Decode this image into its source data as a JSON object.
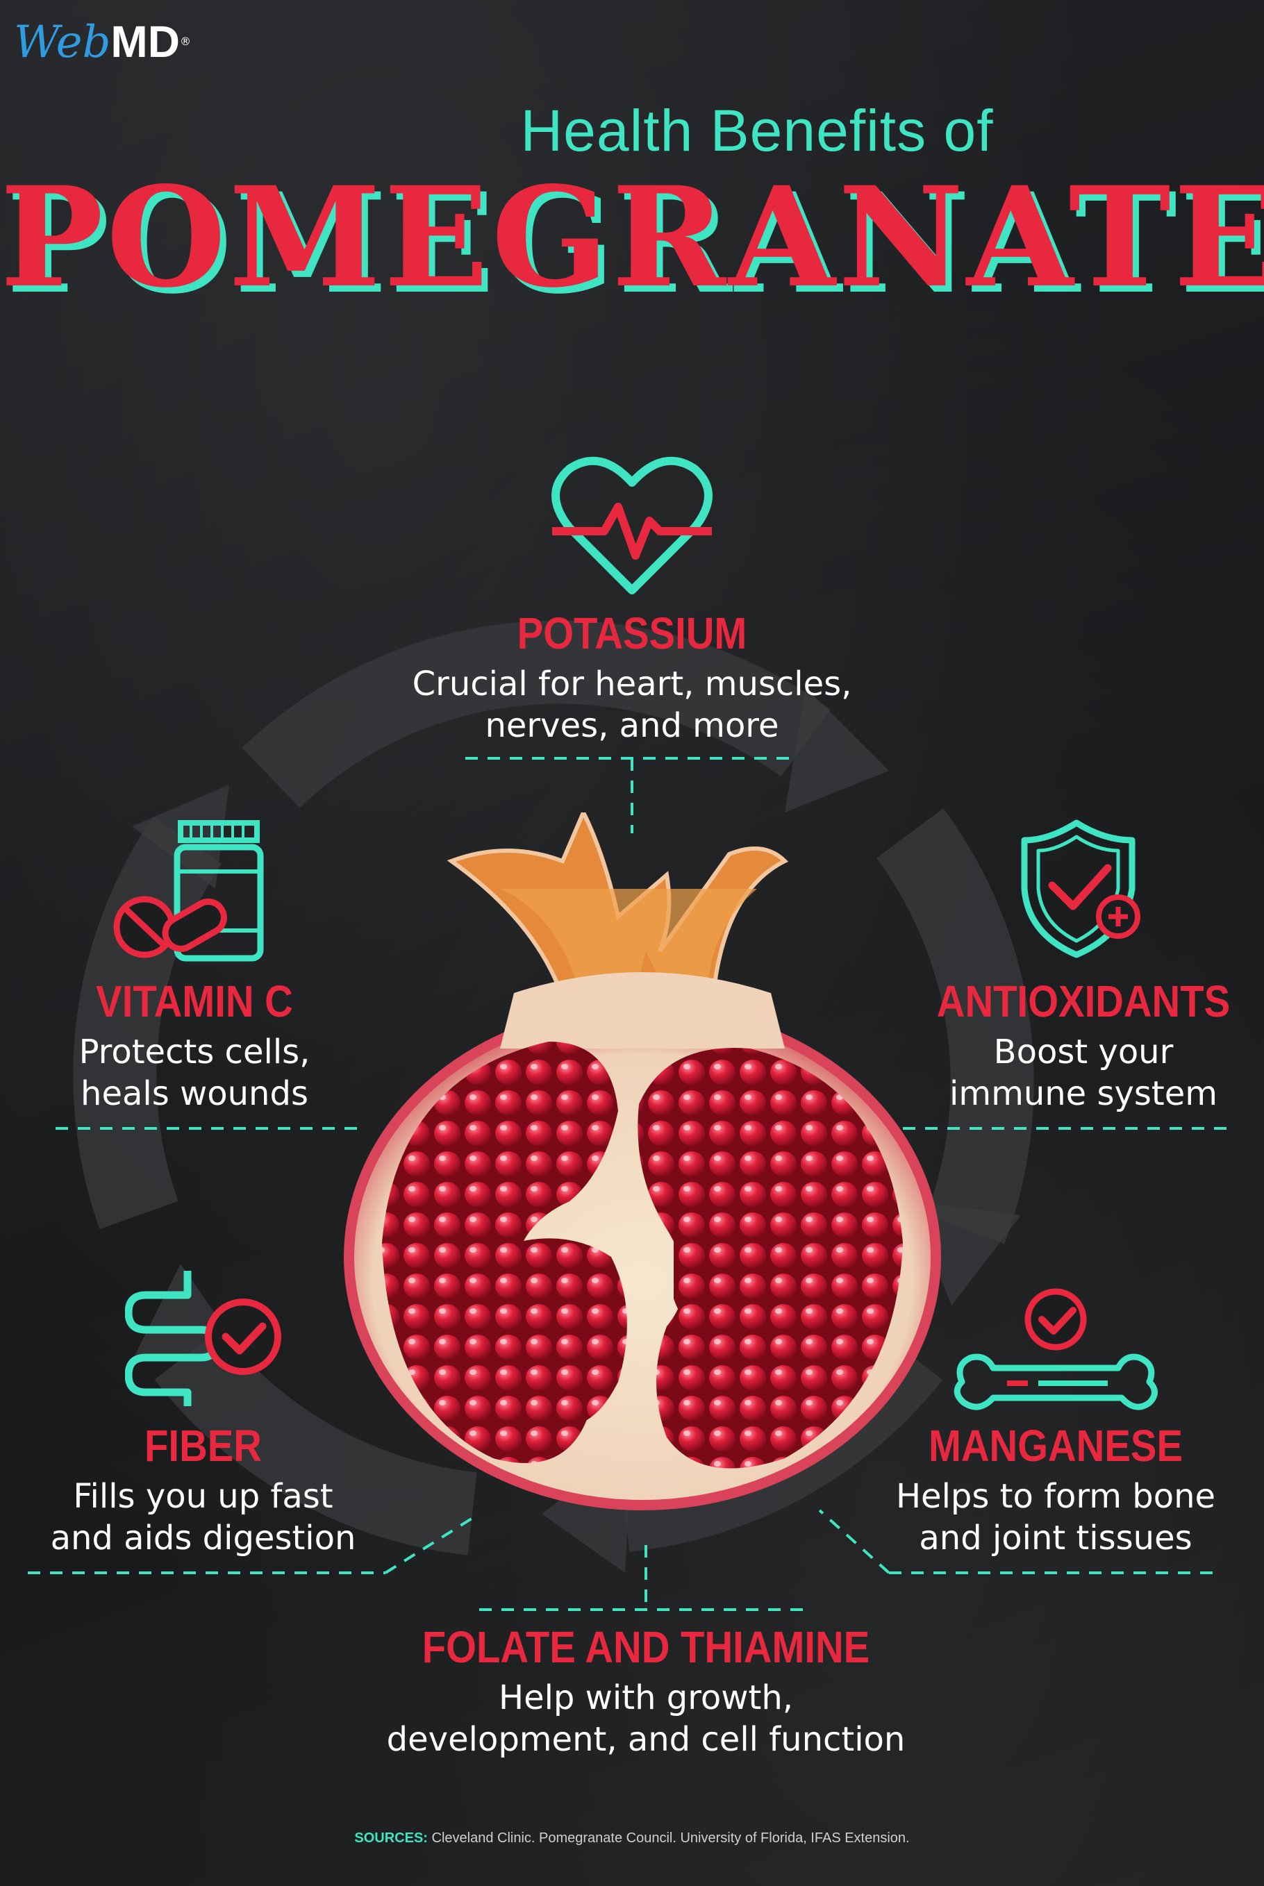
{
  "brand": {
    "web": "Web",
    "md": "MD",
    "reg": "®"
  },
  "header": {
    "subtitle": "Health Benefits of",
    "title": "POMEGRANATES"
  },
  "colors": {
    "accent_red": "#e8283e",
    "accent_teal": "#3fe4c2",
    "background": "#1c1d1f"
  },
  "benefits": {
    "potassium": {
      "title": "POTASSIUM",
      "line1": "Crucial for heart, muscles,",
      "line2": "nerves, and more",
      "icon": "heart-pulse-icon"
    },
    "vitamin_c": {
      "title": "VITAMIN C",
      "line1": "Protects cells,",
      "line2": "heals wounds",
      "icon": "pill-bottle-icon"
    },
    "antioxidants": {
      "title": "ANTIOXIDANTS",
      "line1": "Boost your",
      "line2": "immune system",
      "icon": "shield-check-icon"
    },
    "fiber": {
      "title": "FIBER",
      "line1": "Fills you up fast",
      "line2": "and aids digestion",
      "icon": "intestine-check-icon"
    },
    "manganese": {
      "title": "MANGANESE",
      "line1": "Helps to form bone",
      "line2": "and joint tissues",
      "icon": "bone-check-icon"
    },
    "folate": {
      "title": "FOLATE AND THIAMINE",
      "line1": "Help with growth,",
      "line2": "development, and cell function"
    }
  },
  "sources": {
    "label": "SOURCES:",
    "text": "Cleveland Clinic. Pomegranate Council. University of Florida, IFAS Extension."
  }
}
